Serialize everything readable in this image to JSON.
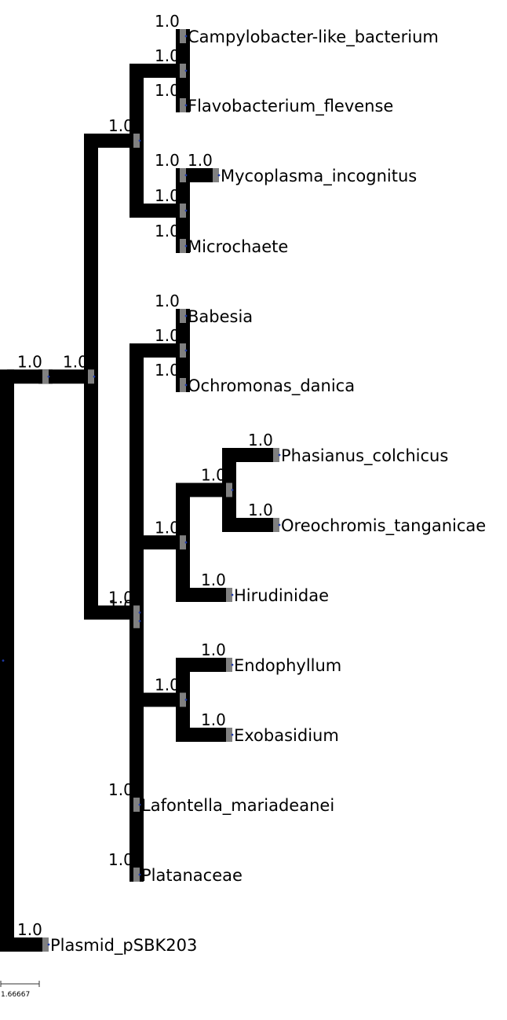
{
  "tree": {
    "id": "root",
    "children": [
      {
        "id": "n1",
        "support": "1.0",
        "children": [
          {
            "id": "n2",
            "support": "1.0",
            "children": [
              {
                "id": "n3",
                "support": "1.0",
                "children": [
                  {
                    "id": "n4",
                    "support": "1.0",
                    "children": [
                      {
                        "id": "l1",
                        "support": "1.0",
                        "name": "Campylobacter-like_bacterium"
                      },
                      {
                        "id": "l2",
                        "support": "1.0",
                        "name": "Flavobacterium_flevense"
                      }
                    ]
                  },
                  {
                    "id": "n5",
                    "support": "1.0",
                    "children": [
                      {
                        "id": "n6",
                        "support": "1.0",
                        "children": [
                          {
                            "id": "l3",
                            "support": "1.0",
                            "name": "Mycoplasma_incognitus"
                          }
                        ]
                      },
                      {
                        "id": "l4",
                        "support": "1.0",
                        "name": "Microchaete"
                      }
                    ]
                  }
                ]
              },
              {
                "id": "n7",
                "support": "1.0",
                "children": [
                  {
                    "id": "n8",
                    "support": "1.0",
                    "children": [
                      {
                        "id": "l5",
                        "support": "1.0",
                        "name": "Babesia"
                      },
                      {
                        "id": "l6",
                        "support": "1.0",
                        "name": "Ochromonas_danica"
                      }
                    ]
                  },
                  {
                    "id": "n9",
                    "support": "1.0",
                    "children": [
                      {
                        "id": "n10",
                        "support": "1.0",
                        "children": [
                          {
                            "id": "n11",
                            "support": "1.0",
                            "children": [
                              {
                                "id": "l7",
                                "support": "1.0",
                                "name": "Phasianus_colchicus"
                              },
                              {
                                "id": "l8",
                                "support": "1.0",
                                "name": "Oreochromis_tanganicae"
                              }
                            ]
                          },
                          {
                            "id": "l9",
                            "support": "1.0",
                            "name": "Hirudinidae"
                          }
                        ]
                      },
                      {
                        "id": "n12",
                        "support": "1.0",
                        "children": [
                          {
                            "id": "l10",
                            "support": "1.0",
                            "name": "Endophyllum"
                          },
                          {
                            "id": "l11",
                            "support": "1.0",
                            "name": "Exobasidium"
                          }
                        ]
                      }
                    ]
                  },
                  {
                    "id": "l12",
                    "support": "1.0",
                    "name": "Lafontella_mariadeanei"
                  },
                  {
                    "id": "l13",
                    "support": "1.0",
                    "name": "Platanaceae"
                  }
                ]
              }
            ]
          }
        ]
      },
      {
        "id": "l14",
        "support": "1.0",
        "name": "Plasmid_pSBK203"
      }
    ]
  },
  "scale_bar": {
    "label": "1.66667"
  },
  "colors": {
    "branch": "#000000",
    "node_marker": "#808080",
    "node_dot": "#1f3aa8"
  }
}
